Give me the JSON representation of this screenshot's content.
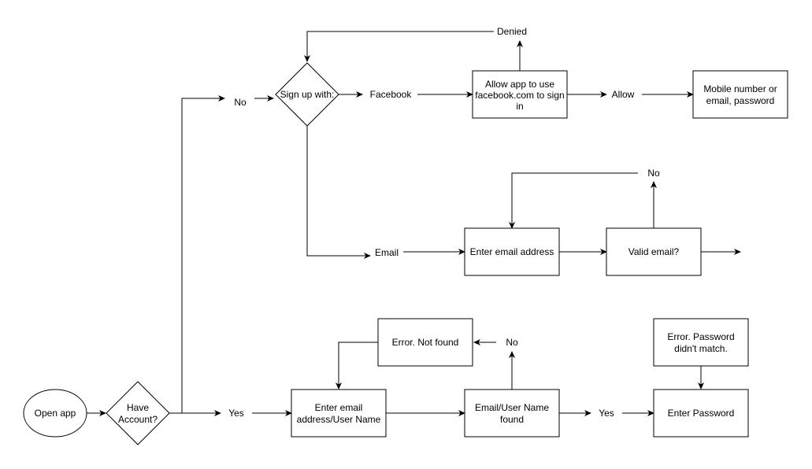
{
  "nodes": {
    "open_app": "Open app",
    "have_account": [
      "Have",
      "Account?"
    ],
    "sign_up_with": "Sign up with:",
    "allow_facebook": [
      "Allow app to use",
      "facebook.com to sign",
      "in"
    ],
    "mobile_or_email": [
      "Mobile number or",
      "email, password"
    ],
    "enter_email_address": "Enter email address",
    "valid_email": "Valid email?",
    "error_not_found": "Error. Not found",
    "enter_email_username": [
      "Enter email",
      "address/User Name"
    ],
    "email_username_found": [
      "Email/User Name",
      "found"
    ],
    "error_password": [
      "Error. Password",
      "didn't match."
    ],
    "enter_password": "Enter Password"
  },
  "labels": {
    "no_signup": "No",
    "facebook": "Facebook",
    "denied": "Denied",
    "allow": "Allow",
    "email": "Email",
    "no_valid": "No",
    "yes_account": "Yes",
    "no_found": "No",
    "yes_found": "Yes"
  }
}
